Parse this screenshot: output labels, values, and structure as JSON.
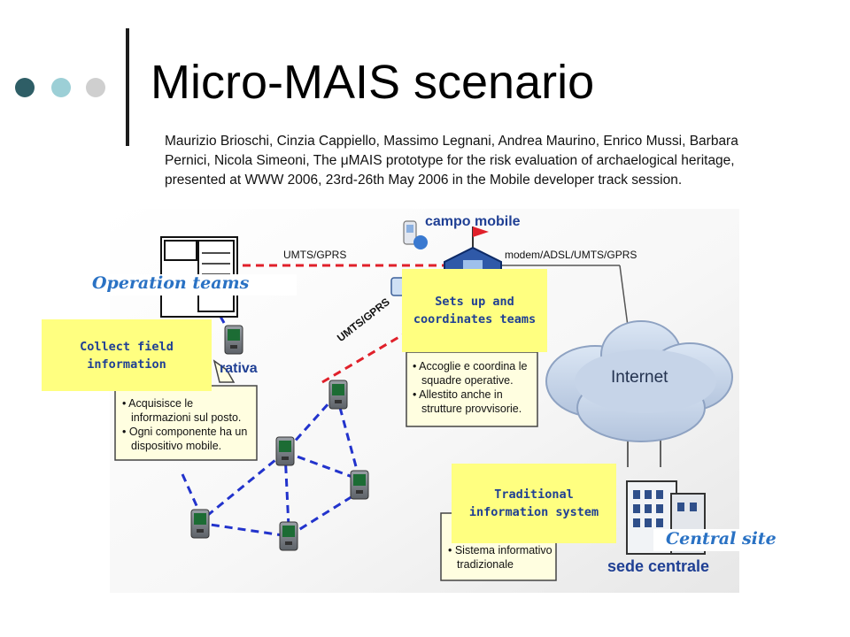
{
  "slide": {
    "title": "Micro-MAIS scenario",
    "citation": "Maurizio Brioschi, Cinzia Cappiello, Massimo Legnani, Andrea Maurino, Enrico Mussi, Barbara Pernici, Nicola Simeoni, The μMAIS prototype for the risk evaluation of archaelogical heritage, presented at WWW 2006, 23rd-26th May 2006 in the Mobile developer track session.",
    "decor_colors": [
      "#2e5e66",
      "#9ccfd6",
      "#cfcfcf"
    ]
  },
  "figure": {
    "campo_mobile": "campo mobile",
    "link_umts_top": "UMTS/GPRS",
    "link_modem": "modem/ADSL/UMTS/GPRS",
    "link_umts_diag": "UMTS/GPRS",
    "internet": "Internet",
    "sede_centrale": "sede centrale",
    "squadra_fragment": "rativa",
    "note_operativa": [
      "• Acquisisce le informazioni sul posto.",
      "• Ogni componente ha un dispositivo mobile."
    ],
    "note_campo": [
      "• Accoglie e coordina le squadre operative.",
      "• Allestito anche in strutture provvisorie."
    ],
    "note_sede": [
      "• Sistema informativo tradizionale"
    ]
  },
  "callouts": {
    "operation_teams": "Operation teams",
    "sets_up": "Sets up and coordinates teams",
    "collect": "Collect field information",
    "traditional": "Traditional information system",
    "central_site": "Central site"
  }
}
